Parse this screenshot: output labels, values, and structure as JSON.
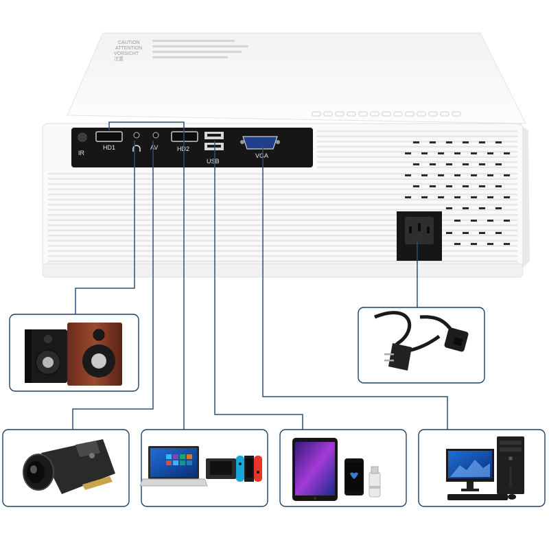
{
  "ports": {
    "ir": "IR",
    "hd1": "HD1",
    "audio_icon": "headphone-jack",
    "av": "AV",
    "hd2": "HD2",
    "usb": "USB",
    "vga": "VGA"
  },
  "caution_text": {
    "line1": "CAUTION",
    "line2": "ATTENTION",
    "line3": "VORSICHT",
    "line4": "注意"
  },
  "devices": [
    {
      "id": "speakers",
      "port": "audio"
    },
    {
      "id": "power-cable",
      "port": "power"
    },
    {
      "id": "camcorder",
      "port": "av"
    },
    {
      "id": "laptop-and-game-console",
      "port": "hdmi"
    },
    {
      "id": "tablet-phone-usb-drive",
      "port": "usb"
    },
    {
      "id": "desktop-computer",
      "port": "vga"
    }
  ],
  "colors": {
    "wire": "#2b4f7a",
    "box_border": "#1d3f66",
    "projector_body": "#f7f7f7",
    "port_panel": "#161616"
  }
}
